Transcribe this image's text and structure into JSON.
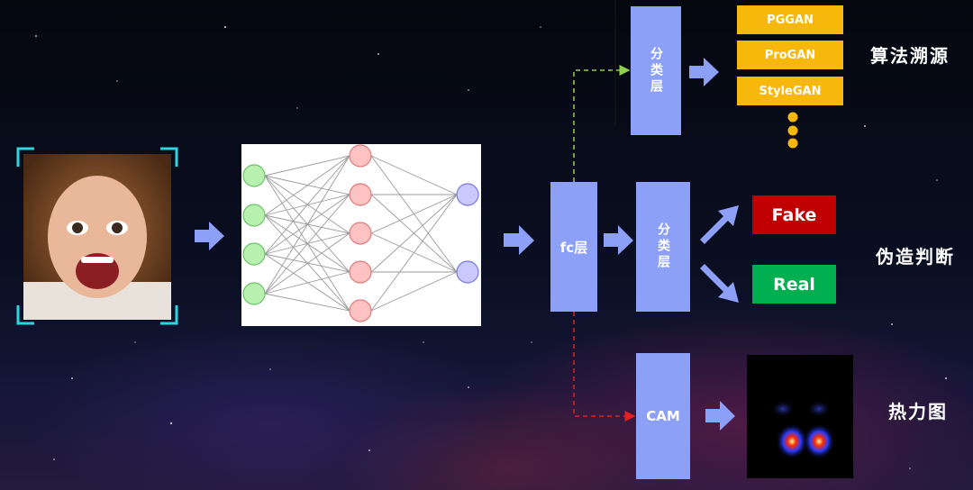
{
  "fc_layer": {
    "label": "fc层"
  },
  "classifier_top": {
    "label": "分类层"
  },
  "classifier_mid": {
    "label": "分类层"
  },
  "cam": {
    "label": "CAM"
  },
  "algorithms": [
    "PGGAN",
    "ProGAN",
    "StyleGAN"
  ],
  "results": {
    "fake": "Fake",
    "real": "Real"
  },
  "side_labels": {
    "tracing": "算法溯源",
    "forgery": "伪造判断",
    "heatmap": "热力图"
  },
  "colors": {
    "block": "#8da0f8",
    "algo": "#f7b80b",
    "fake": "#c00000",
    "real": "#00b050",
    "green_arrow": "#8fd14f",
    "red_arrow": "#e02020",
    "frame": "#2fd4e0"
  },
  "icons": [
    "face-photo",
    "neural-network",
    "heatmap-image",
    "arrow-right-icon"
  ]
}
